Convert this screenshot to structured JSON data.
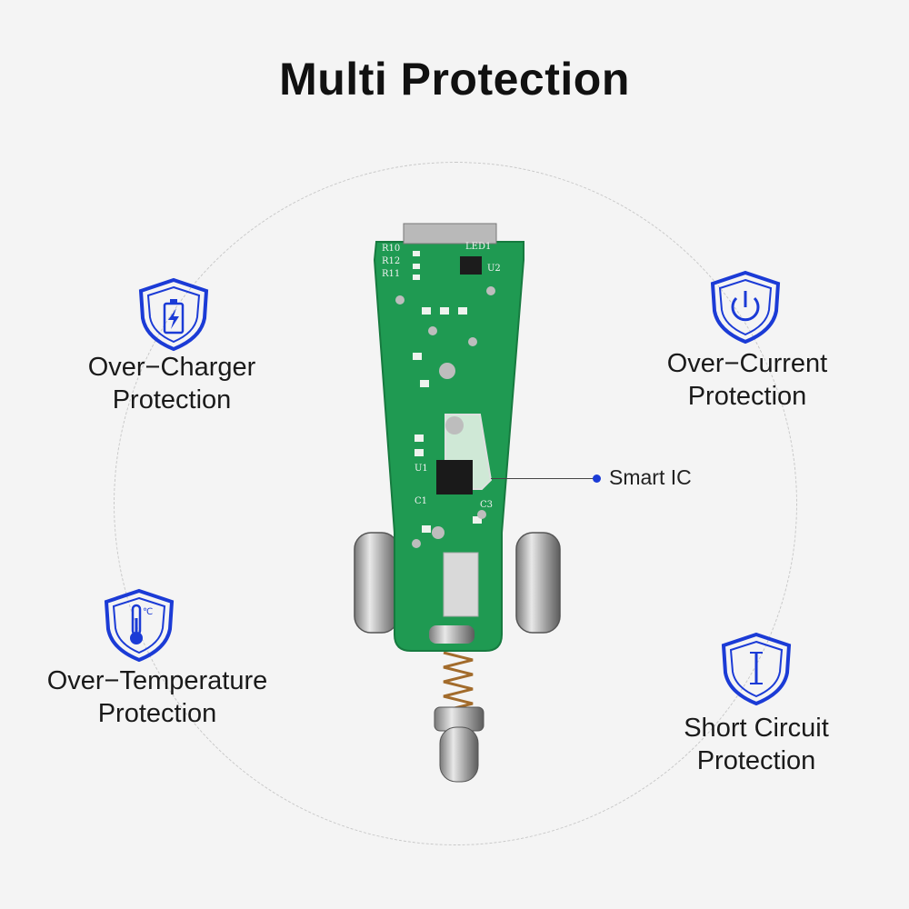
{
  "title": "Multi Protection",
  "features": [
    {
      "line1": "Over−Charger",
      "line2": "Protection",
      "icon": "battery-charge-icon"
    },
    {
      "line1": "Over−Current",
      "line2": "Protection",
      "icon": "power-icon"
    },
    {
      "line1": "Over−Temperature",
      "line2": "Protection",
      "icon": "thermometer-icon"
    },
    {
      "line1": "Short Circuit",
      "line2": "Protection",
      "icon": "current-i-icon"
    }
  ],
  "callout": "Smart IC",
  "thermo_unit": "℃",
  "pcb_labels": [
    "R10",
    "R12",
    "R11",
    "LED1",
    "U2",
    "U1",
    "C1",
    "C3"
  ],
  "colors": {
    "shield": "#1b3bd6",
    "pcb": "#1f9a52",
    "text": "#1a1a1a"
  }
}
